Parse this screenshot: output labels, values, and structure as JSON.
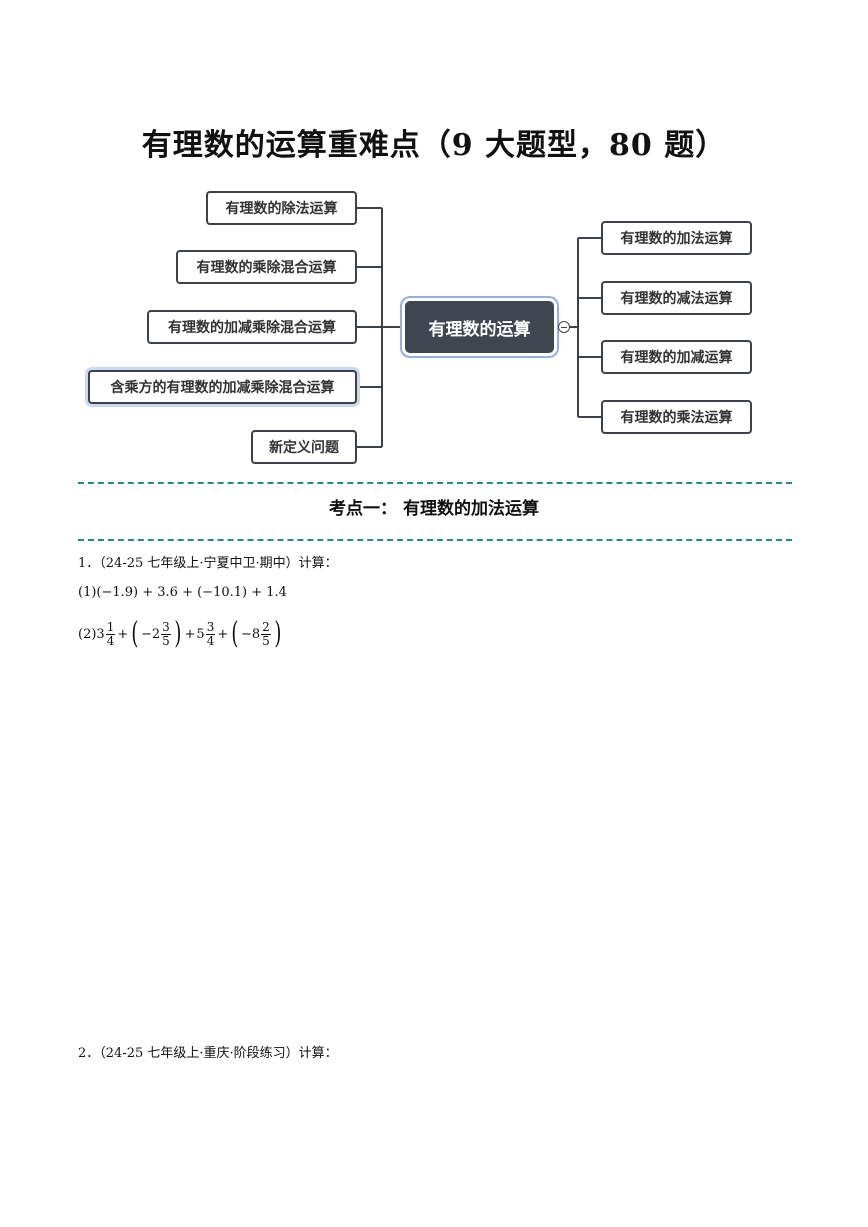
{
  "title": "有理数的运算重难点（9 大题型，80 题）",
  "mindmap": {
    "center": "有理数的运算",
    "left": [
      "有理数的除法运算",
      "有理数的乘除混合运算",
      "有理数的加减乘除混合运算",
      "含乘方的有理数的加减乘除混合运算",
      "新定义问题"
    ],
    "right": [
      "有理数的加法运算",
      "有理数的减法运算",
      "有理数的加减运算",
      "有理数的乘法运算"
    ]
  },
  "section": "考点一：  有理数的加法运算",
  "q1": {
    "header": "1．（24-25 七年级上·宁夏中卫·期中）计算：",
    "part1": "(1)(−1.9) + 3.6 + (−10.1) + 1.4",
    "part2": {
      "label": "(2)",
      "t1": {
        "whole": "3",
        "num": "1",
        "den": "4"
      },
      "t2": {
        "whole": "−2",
        "num": "3",
        "den": "5"
      },
      "t3": {
        "whole": "5",
        "num": "3",
        "den": "4"
      },
      "t4": {
        "whole": "−8",
        "num": "2",
        "den": "5"
      },
      "plus": "+"
    }
  },
  "q2": {
    "header": "2．（24-25 七年级上·重庆·阶段练习）计算："
  }
}
